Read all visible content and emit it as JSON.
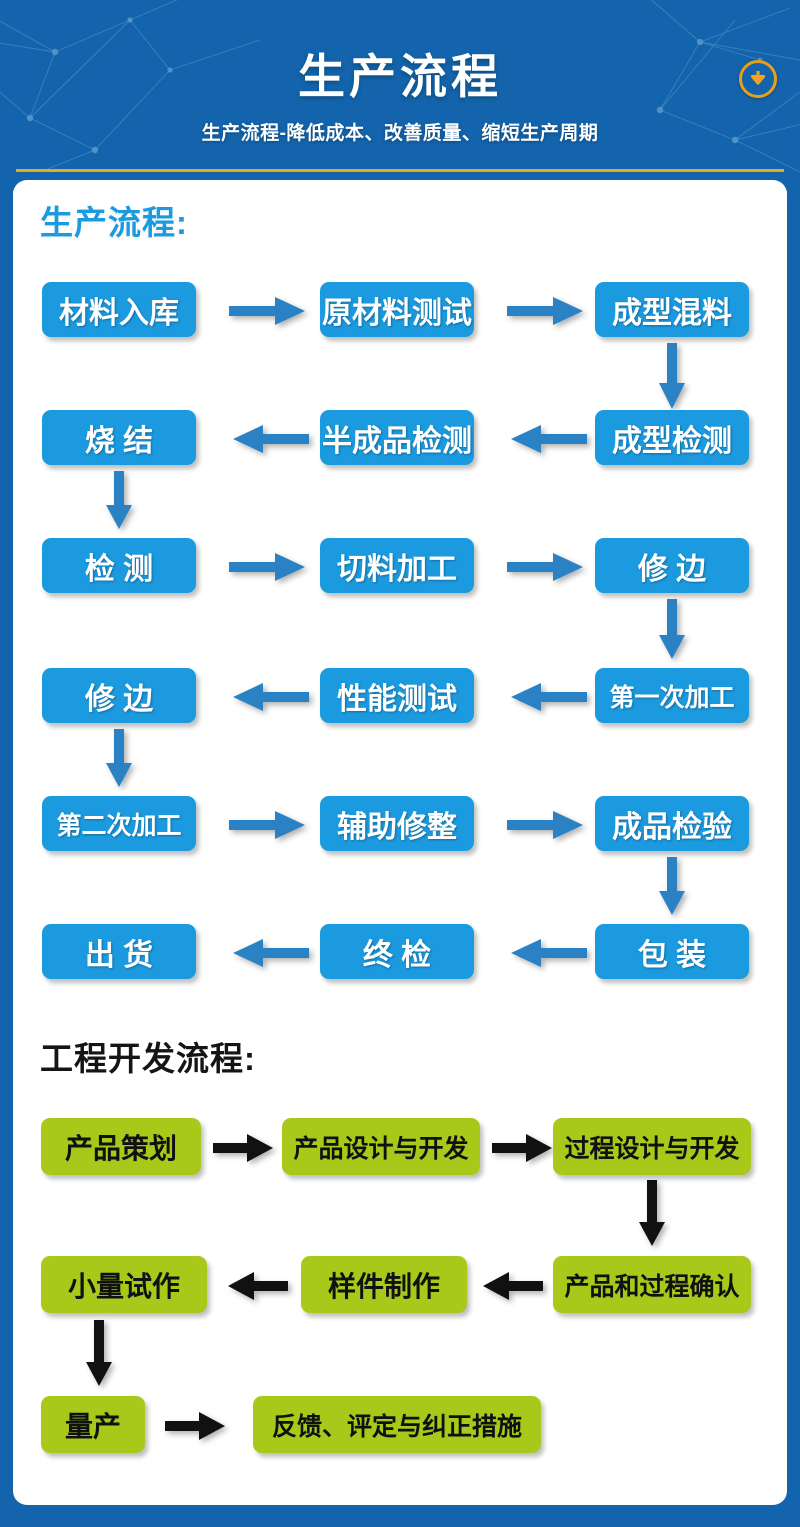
{
  "header": {
    "title": "生产流程",
    "subtitle": "生产流程-降低成本、改善质量、缩短生产周期",
    "download_icon": "download-circle-icon",
    "bg_color": "#1364ac",
    "rule_color": "#e8a820",
    "icon_color": "#e8a01c"
  },
  "production": {
    "section_title": "生产流程:",
    "title_color": "#1b9ae0",
    "node_color": "#1b9ae0",
    "arrow_color": "#2a82c4",
    "rows": [
      {
        "direction": "right",
        "nodes": [
          "材料入库",
          "原材料测试",
          "成型混料"
        ]
      },
      {
        "direction": "left",
        "nodes": [
          "成型检测",
          "半成品检测",
          "烧  结"
        ]
      },
      {
        "direction": "right",
        "nodes": [
          "检  测",
          "切料加工",
          "修  边"
        ]
      },
      {
        "direction": "left",
        "nodes": [
          "第一次加工",
          "性能测试",
          "修  边"
        ]
      },
      {
        "direction": "right",
        "nodes": [
          "第二次加工",
          "辅助修整",
          "成品检验"
        ]
      },
      {
        "direction": "left",
        "nodes": [
          "包  装",
          "终  检",
          "出  货"
        ]
      }
    ],
    "sequence": [
      "材料入库",
      "原材料测试",
      "成型混料",
      "成型检测",
      "半成品检测",
      "烧  结",
      "检  测",
      "切料加工",
      "修  边",
      "第一次加工",
      "性能测试",
      "修  边",
      "第二次加工",
      "辅助修整",
      "成品检验",
      "包  装",
      "终  检",
      "出  货"
    ]
  },
  "engineering": {
    "section_title": "工程开发流程:",
    "title_color": "#151515",
    "node_color": "#a8c91a",
    "arrow_color": "#111111",
    "rows": [
      {
        "direction": "right",
        "nodes": [
          "产品策划",
          "产品设计与开发",
          "过程设计与开发"
        ]
      },
      {
        "direction": "left",
        "nodes": [
          "产品和过程确认",
          "样件制作",
          "小量试作"
        ]
      },
      {
        "direction": "right",
        "nodes": [
          "量产",
          "反馈、评定与纠正措施"
        ]
      }
    ],
    "sequence": [
      "产品策划",
      "产品设计与开发",
      "过程设计与开发",
      "产品和过程确认",
      "样件制作",
      "小量试作",
      "量产",
      "反馈、评定与纠正措施"
    ]
  }
}
